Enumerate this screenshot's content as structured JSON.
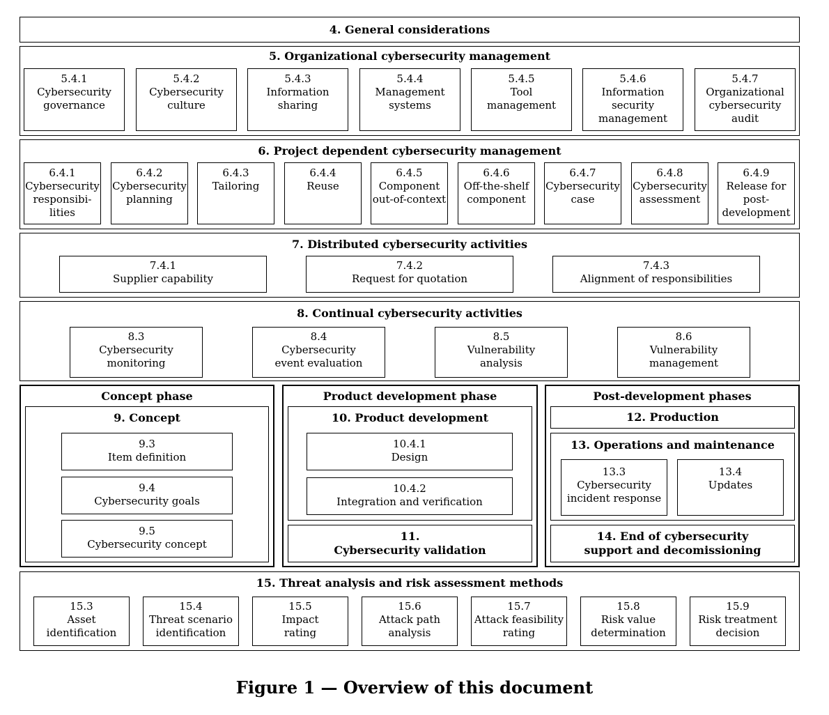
{
  "s4": {
    "title": "4. General considerations"
  },
  "s5": {
    "title": "5. Organizational cybersecurity management",
    "items": [
      {
        "num": "5.4.1",
        "label": "Cybersecurity\ngovernance"
      },
      {
        "num": "5.4.2",
        "label": "Cybersecurity\nculture"
      },
      {
        "num": "5.4.3",
        "label": "Information\nsharing"
      },
      {
        "num": "5.4.4",
        "label": "Management\nsystems"
      },
      {
        "num": "5.4.5",
        "label": "Tool\nmanagement"
      },
      {
        "num": "5.4.6",
        "label": "Information\nsecurity\nmanagement"
      },
      {
        "num": "5.4.7",
        "label": "Organizational\ncybersecurity\naudit"
      }
    ]
  },
  "s6": {
    "title": "6. Project dependent cybersecurity management",
    "items": [
      {
        "num": "6.4.1",
        "label": "Cybersecurity\nresponsibi-\nlities"
      },
      {
        "num": "6.4.2",
        "label": "Cybersecurity\nplanning"
      },
      {
        "num": "6.4.3",
        "label": "Tailoring"
      },
      {
        "num": "6.4.4",
        "label": "Reuse"
      },
      {
        "num": "6.4.5",
        "label": "Component\nout-of-context"
      },
      {
        "num": "6.4.6",
        "label": "Off-the-shelf\ncomponent"
      },
      {
        "num": "6.4.7",
        "label": "Cybersecurity\ncase"
      },
      {
        "num": "6.4.8",
        "label": "Cybersecurity\nassessment"
      },
      {
        "num": "6.4.9",
        "label": "Release for\npost-\ndevelopment"
      }
    ]
  },
  "s7": {
    "title": "7. Distributed cybersecurity activities",
    "items": [
      {
        "num": "7.4.1",
        "label": "Supplier capability"
      },
      {
        "num": "7.4.2",
        "label": "Request for quotation"
      },
      {
        "num": "7.4.3",
        "label": "Alignment of responsibilities"
      }
    ]
  },
  "s8": {
    "title": "8. Continual cybersecurity activities",
    "items": [
      {
        "num": "8.3",
        "label": "Cybersecurity\nmonitoring"
      },
      {
        "num": "8.4",
        "label": "Cybersecurity\nevent evaluation"
      },
      {
        "num": "8.5",
        "label": "Vulnerability\nanalysis"
      },
      {
        "num": "8.6",
        "label": "Vulnerability\nmanagement"
      }
    ]
  },
  "concept": {
    "phase": "Concept phase",
    "title": "9. Concept",
    "items": [
      {
        "num": "9.3",
        "label": "Item definition"
      },
      {
        "num": "9.4",
        "label": "Cybersecurity goals"
      },
      {
        "num": "9.5",
        "label": "Cybersecurity concept"
      }
    ]
  },
  "product": {
    "phase": "Product development phase",
    "title": "10. Product development",
    "items": [
      {
        "num": "10.4.1",
        "label": "Design"
      },
      {
        "num": "10.4.2",
        "label": "Integration and verification"
      }
    ],
    "validation": "11.\nCybersecurity validation"
  },
  "post": {
    "phase": "Post-development phases",
    "production": "12. Production",
    "ops_title": "13. Operations and maintenance",
    "items": [
      {
        "num": "13.3",
        "label": "Cybersecurity\nincident response"
      },
      {
        "num": "13.4",
        "label": "Updates"
      }
    ],
    "end": "14. End of cybersecurity\nsupport and decomissioning"
  },
  "s15": {
    "title": "15. Threat analysis and risk assessment methods",
    "items": [
      {
        "num": "15.3",
        "label": "Asset\nidentification"
      },
      {
        "num": "15.4",
        "label": "Threat scenario\nidentification"
      },
      {
        "num": "15.5",
        "label": "Impact\nrating"
      },
      {
        "num": "15.6",
        "label": "Attack path\nanalysis"
      },
      {
        "num": "15.7",
        "label": "Attack feasibility\nrating"
      },
      {
        "num": "15.8",
        "label": "Risk value\ndetermination"
      },
      {
        "num": "15.9",
        "label": "Risk treatment\ndecision"
      }
    ]
  },
  "caption": "Figure 1 — Overview of this document"
}
